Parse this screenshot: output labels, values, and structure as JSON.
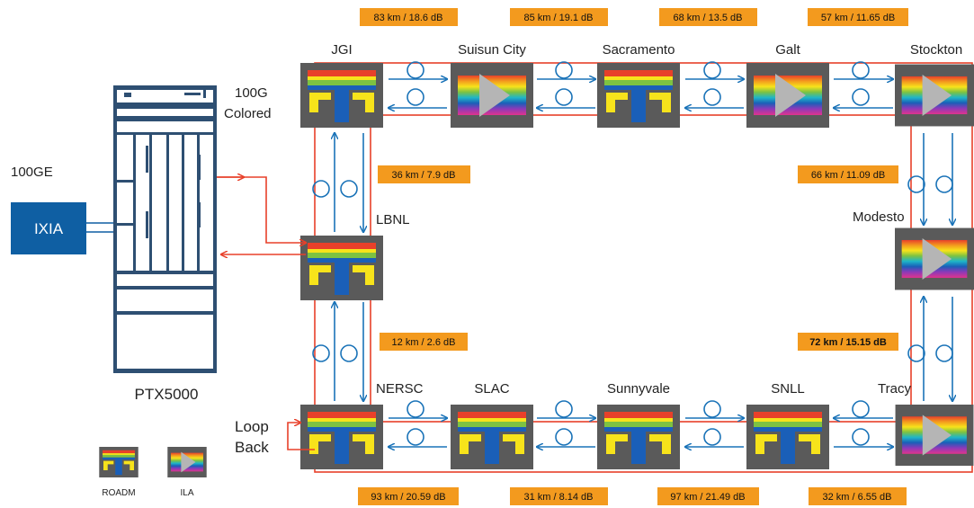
{
  "nodes": {
    "jgi": "JGI",
    "suisun": "Suisun City",
    "sacramento": "Sacramento",
    "galt": "Galt",
    "stockton": "Stockton",
    "modesto": "Modesto",
    "tracy": "Tracy",
    "snll": "SNLL",
    "sunnyvale": "Sunnyvale",
    "slac": "SLAC",
    "nersc": "NERSC",
    "lbnl": "LBNL"
  },
  "spans": {
    "top1": "83 km / 18.6 dB",
    "top2": "85 km / 19.1 dB",
    "top3": "68 km / 13.5 dB",
    "top4": "57 km / 11.65 dB",
    "left_upper": "36 km / 7.9 dB",
    "left_lower": "12 km / 2.6 dB",
    "right_upper": "66 km / 11.09 dB",
    "right_lower": "72 km / 15.15 dB",
    "bottom1": "93 km / 20.59 dB",
    "bottom2": "31 km / 8.14 dB",
    "bottom3": "97 km / 21.49 dB",
    "bottom4": "32 km / 6.55 dB"
  },
  "labels": {
    "ixia": "IXIA",
    "ethernet": "100GE",
    "colored_line1": "100G",
    "colored_line2": "Colored",
    "router": "PTX5000",
    "loop_line1": "Loop",
    "loop_line2": "Back"
  },
  "legend": {
    "roadm": "ROADM",
    "ila": "ILA"
  },
  "colors": {
    "fiber": "#1a73b8",
    "path": "#e8402a",
    "span_tag": "#f39a1e",
    "node_box": "#5a5a5a",
    "ixia": "#0f5fa3"
  }
}
